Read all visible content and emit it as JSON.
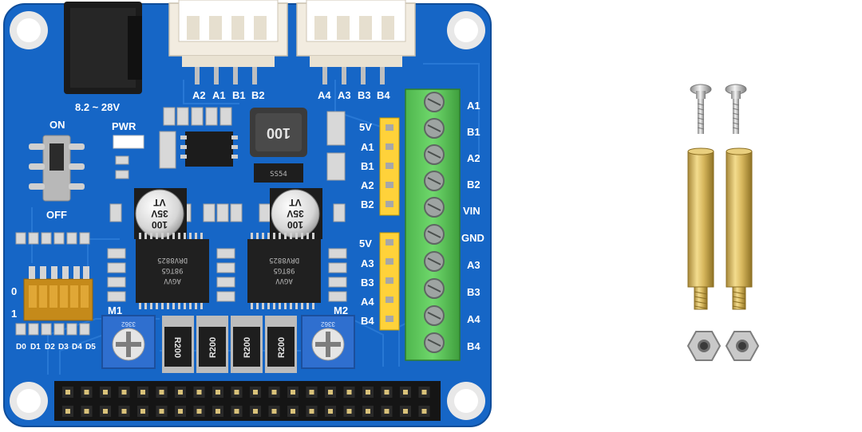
{
  "board": {
    "voltage_label": "8.2 ~ 28V",
    "power_on": "ON",
    "power_off": "OFF",
    "pwr_led": "PWR",
    "inductor_code": "100",
    "diode_code": "SS54",
    "capacitors": [
      {
        "value": "100",
        "voltage": "35V",
        "series": "VT"
      },
      {
        "value": "100",
        "voltage": "35V",
        "series": "VT"
      }
    ],
    "drivers": [
      {
        "name": "DRV8825",
        "lot": "98TG5",
        "code": "AGVV",
        "motor": "M1"
      },
      {
        "name": "DRV8825",
        "lot": "98TG5",
        "code": "AGVV",
        "motor": "M2"
      }
    ],
    "resistors": [
      "R200",
      "R200",
      "R200",
      "R200"
    ],
    "trimmer_code": "3362",
    "dip": {
      "row0": "0",
      "row1": "1",
      "labels": [
        "D0",
        "D1",
        "D2",
        "D3",
        "D4",
        "D5"
      ]
    },
    "connector_left_pins": [
      "A2",
      "A1",
      "B1",
      "B2"
    ],
    "connector_right_pins": [
      "A4",
      "A3",
      "B3",
      "B4"
    ],
    "header_top": [
      "5V",
      "A1",
      "B1",
      "A2",
      "B2"
    ],
    "header_bottom": [
      "5V",
      "A3",
      "B3",
      "A4",
      "B4"
    ],
    "terminal_labels": [
      "A1",
      "B1",
      "A2",
      "B2",
      "VIN",
      "GND",
      "A3",
      "B3",
      "A4",
      "B4"
    ]
  },
  "colors": {
    "pcb": "#1666c6",
    "terminal": "#5cc65a",
    "brass": "#d4b560",
    "connector": "#f2ece0",
    "header": "#ffd23a"
  },
  "accessories": {
    "items": [
      "screw-icon",
      "standoff-icon",
      "nut-icon"
    ]
  }
}
